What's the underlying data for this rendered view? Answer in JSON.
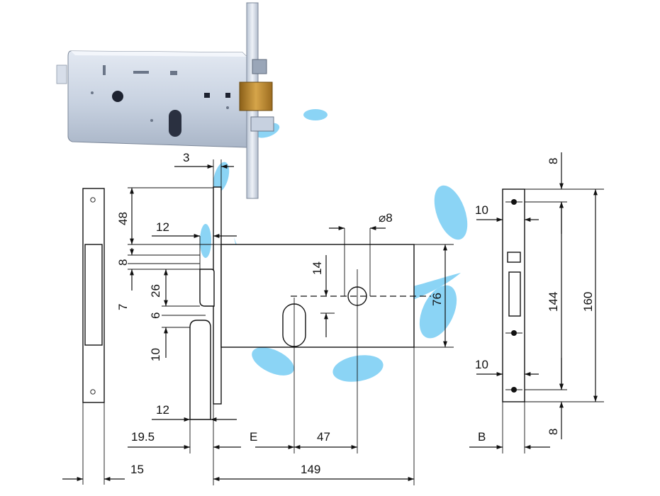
{
  "dimensions": {
    "backset_faceplate_offset": "3",
    "latch_top": "48",
    "latch_width": "12",
    "bolt_gap": "8",
    "bolt_gap2": "7",
    "latch_height": "26",
    "latch_step": "6",
    "handle_gap": "10",
    "handle_width": "12",
    "faceplate_depth": "19.5",
    "backset": "E",
    "center_distance": "47",
    "body_length": "149",
    "faceplate_width": "15",
    "spindle_diameter": "⌀8",
    "spindle_offset": "14",
    "body_height": "76",
    "strike_top": "8",
    "strike_screw_top": "10",
    "strike_screw_span": "144",
    "strike_total": "160",
    "strike_screw_bottom": "10",
    "strike_bottom": "8",
    "strike_width": "B"
  },
  "colors": {
    "line": "#111111",
    "watermark": "#7fd0f5",
    "lock_steel": "#c9d3e2",
    "lock_brass": "#b8862e"
  }
}
